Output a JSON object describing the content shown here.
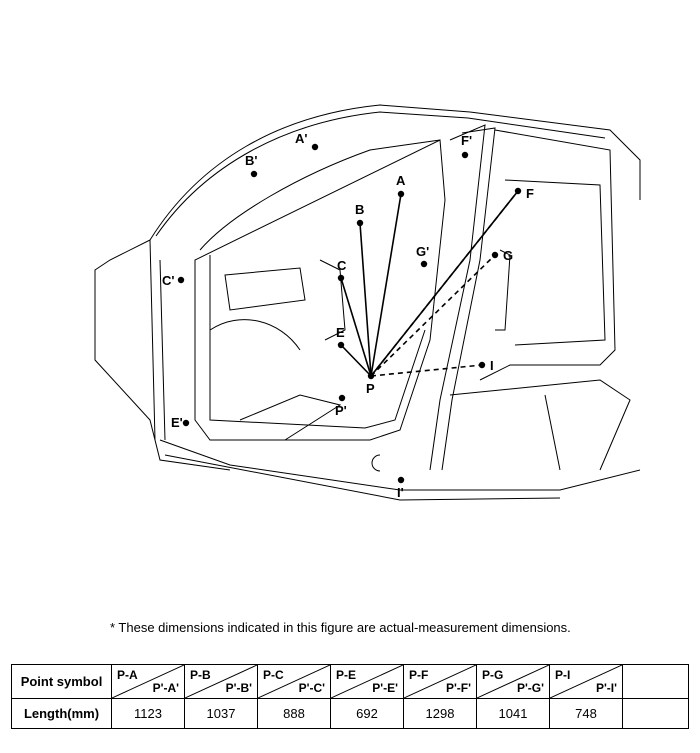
{
  "figure": {
    "points": [
      {
        "id": "A'",
        "label": "A'"
      },
      {
        "id": "B'",
        "label": "B'"
      },
      {
        "id": "F'",
        "label": "F'"
      },
      {
        "id": "A",
        "label": "A"
      },
      {
        "id": "B",
        "label": "B"
      },
      {
        "id": "F",
        "label": "F"
      },
      {
        "id": "G'",
        "label": "G'"
      },
      {
        "id": "G",
        "label": "G"
      },
      {
        "id": "C'",
        "label": "C'"
      },
      {
        "id": "C",
        "label": "C"
      },
      {
        "id": "E",
        "label": "E"
      },
      {
        "id": "I",
        "label": "I"
      },
      {
        "id": "P",
        "label": "P"
      },
      {
        "id": "P'",
        "label": "P'"
      },
      {
        "id": "E'",
        "label": "E'"
      },
      {
        "id": "I'",
        "label": "I'"
      }
    ]
  },
  "note": "*  These dimensions indicated in this figure are actual-measurement dimensions.",
  "table": {
    "header_label": "Point symbol",
    "length_label": "Length(mm)",
    "columns": [
      {
        "top": "P-A",
        "bottom": "P'-A'",
        "length": "1123"
      },
      {
        "top": "P-B",
        "bottom": "P'-B'",
        "length": "1037"
      },
      {
        "top": "P-C",
        "bottom": "P'-C'",
        "length": "888"
      },
      {
        "top": "P-E",
        "bottom": "P'-E'",
        "length": "692"
      },
      {
        "top": "P-F",
        "bottom": "P'-F'",
        "length": "1298"
      },
      {
        "top": "P-G",
        "bottom": "P'-G'",
        "length": "1041"
      },
      {
        "top": "P-I",
        "bottom": "P'-I'",
        "length": "748"
      }
    ]
  }
}
